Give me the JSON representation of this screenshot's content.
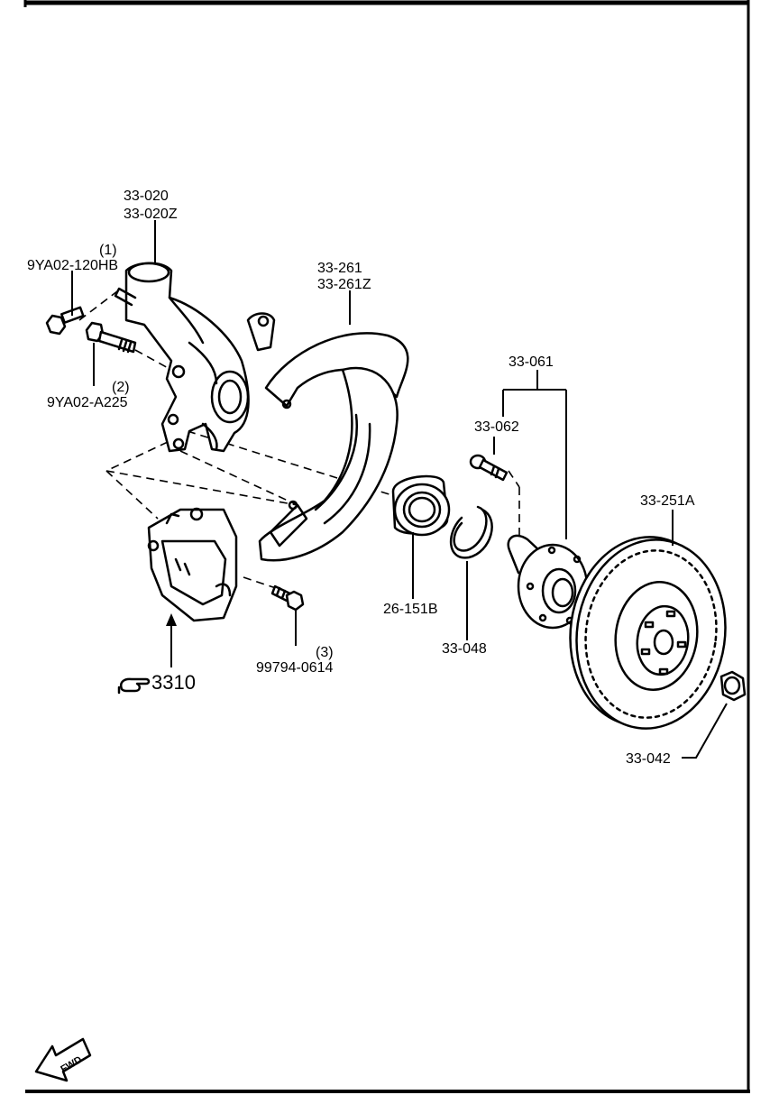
{
  "diagram": {
    "callouts": {
      "knuckle": [
        "33-020",
        "33-020Z"
      ],
      "bolt1": {
        "index": "(1)",
        "part": "9YA02-120HB"
      },
      "bolt2": {
        "index": "(2)",
        "part": "9YA02-A225"
      },
      "dust_shield": [
        "33-261",
        "33-261Z"
      ],
      "hub_assembly": "33-061",
      "hub_bolt": "33-062",
      "bearing": "26-151B",
      "snap_ring": "33-048",
      "shield_bolt": {
        "index": "(3)",
        "part": "99794-0614"
      },
      "caliper_ref": "3310",
      "disc": "33-251A",
      "nut": "33-042"
    },
    "fwd_label": "FWD"
  }
}
